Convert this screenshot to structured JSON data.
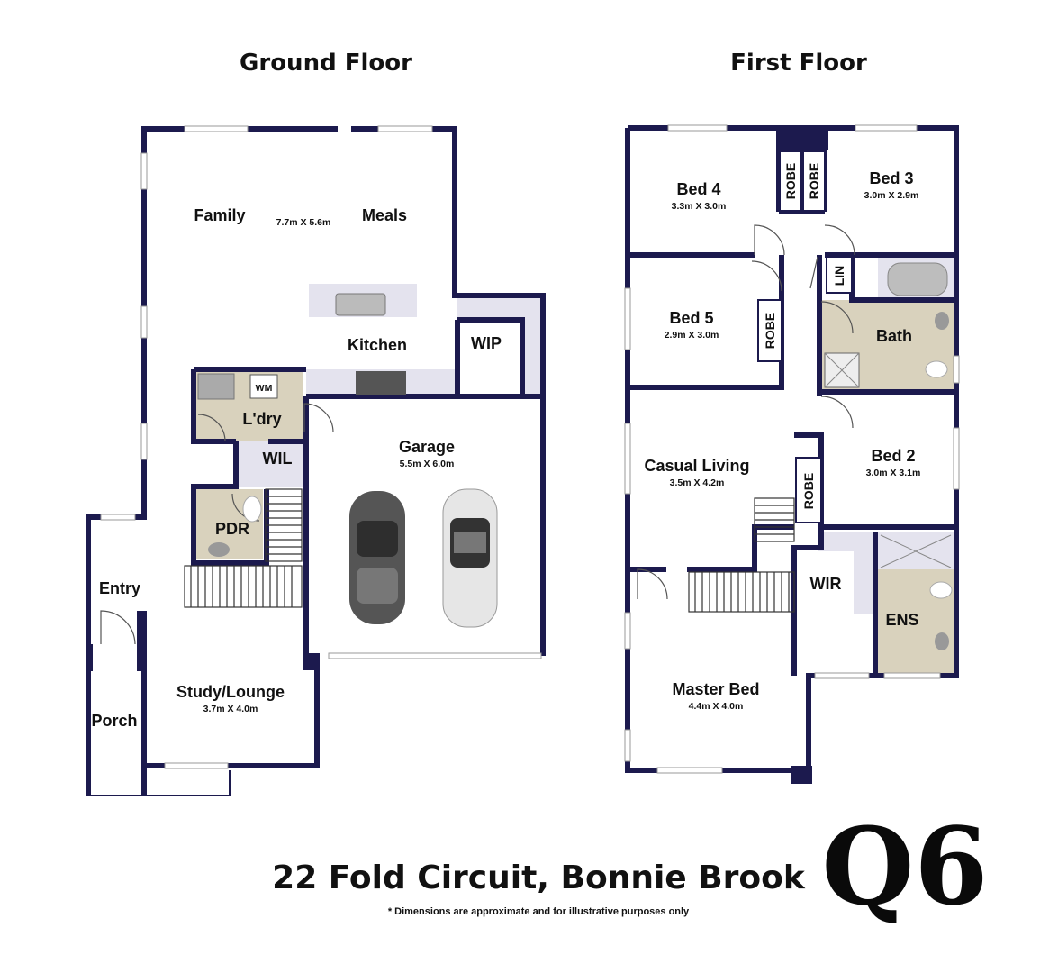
{
  "floors": {
    "ground": {
      "title": "Ground Floor"
    },
    "first": {
      "title": "First Floor"
    }
  },
  "rooms": {
    "family": {
      "label": "Family"
    },
    "family_meals_dim": {
      "label": "7.7m X 5.6m"
    },
    "meals": {
      "label": "Meals"
    },
    "kitchen": {
      "label": "Kitchen"
    },
    "wip": {
      "label": "WIP"
    },
    "laundry": {
      "label": "L'dry"
    },
    "wm": {
      "label": "WM"
    },
    "wil": {
      "label": "WIL"
    },
    "pdr": {
      "label": "PDR"
    },
    "garage": {
      "label": "Garage",
      "dim": "5.5m X 6.0m"
    },
    "entry": {
      "label": "Entry"
    },
    "porch": {
      "label": "Porch"
    },
    "study": {
      "label": "Study/Lounge",
      "dim": "3.7m X 4.0m"
    },
    "bed4": {
      "label": "Bed 4",
      "dim": "3.3m X 3.0m"
    },
    "bed3": {
      "label": "Bed 3",
      "dim": "3.0m X 2.9m"
    },
    "bed5": {
      "label": "Bed 5",
      "dim": "2.9m X 3.0m"
    },
    "bed2": {
      "label": "Bed 2",
      "dim": "3.0m X 3.1m"
    },
    "bath": {
      "label": "Bath"
    },
    "lin": {
      "label": "LIN"
    },
    "robe": {
      "label": "ROBE"
    },
    "casual": {
      "label": "Casual Living",
      "dim": "3.5m X 4.2m"
    },
    "wir": {
      "label": "WIR"
    },
    "ens": {
      "label": "ENS"
    },
    "master": {
      "label": "Master Bed",
      "dim": "4.4m X 4.0m"
    }
  },
  "footer": {
    "address": "22 Fold Circuit, Bonnie Brook",
    "disclaimer": "* Dimensions are approximate and for illustrative purposes only",
    "logo": "Q6"
  },
  "colors": {
    "wall": "#1c1a4e",
    "wet_area": "#d9d2bd",
    "utility_area": "#e4e3ee"
  }
}
